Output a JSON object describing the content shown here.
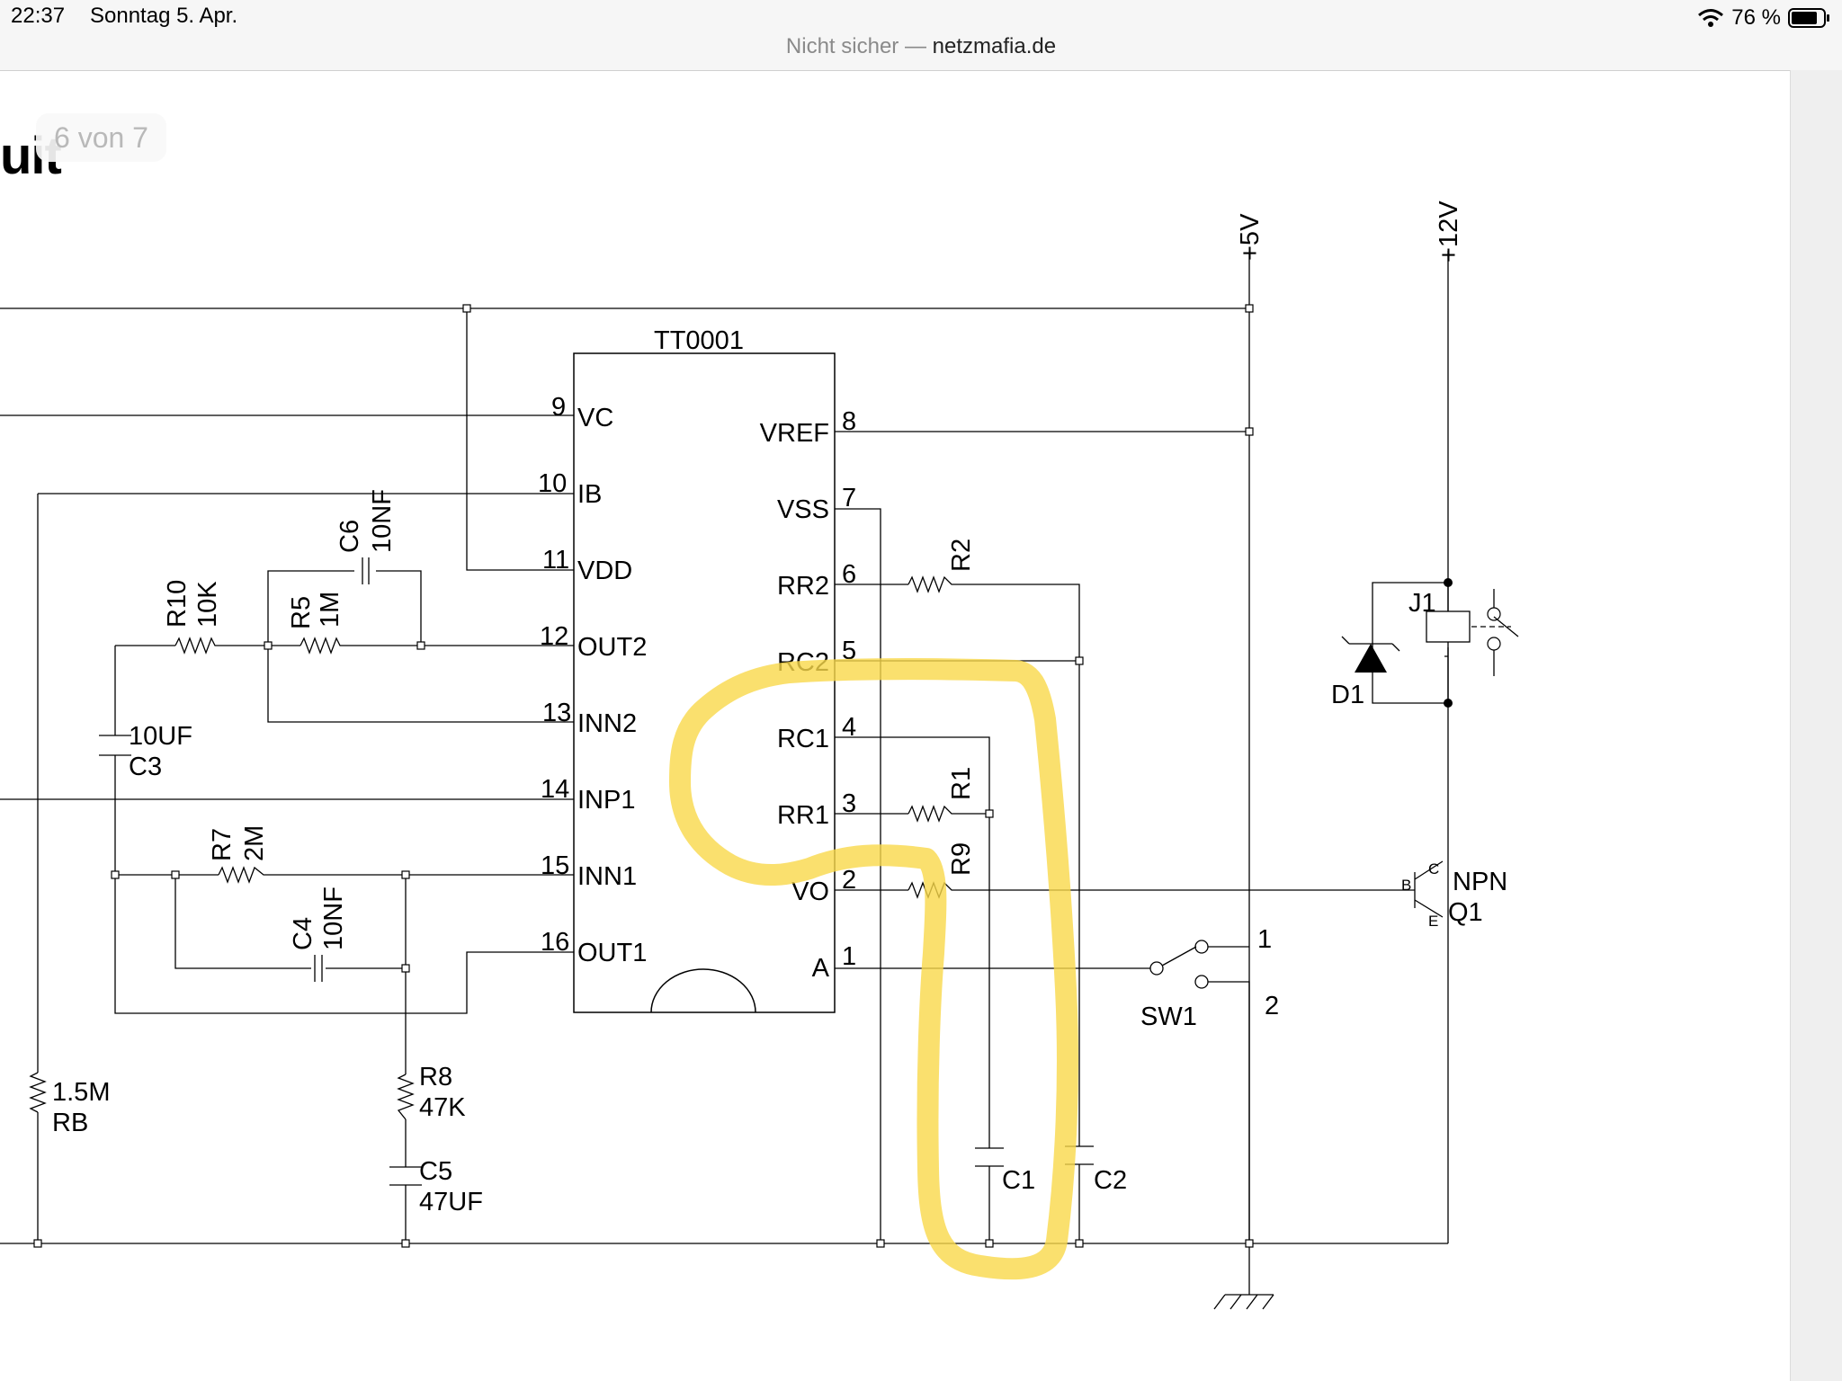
{
  "status_bar": {
    "time": "22:37",
    "date": "Sonntag 5. Apr.",
    "battery": "76 %",
    "icons": [
      "wifi-icon",
      "battery-icon"
    ]
  },
  "url_bar": {
    "security": "Nicht sicher",
    "separator": " — ",
    "domain": "netzmafia.de"
  },
  "page": {
    "partial_title": "uit",
    "page_counter": "6 von 7"
  },
  "schematic": {
    "ic_name": "TT0001",
    "left_pins": [
      {
        "num": "9",
        "name": "VC"
      },
      {
        "num": "10",
        "name": "IB"
      },
      {
        "num": "11",
        "name": "VDD"
      },
      {
        "num": "12",
        "name": "OUT2"
      },
      {
        "num": "13",
        "name": "INN2"
      },
      {
        "num": "14",
        "name": "INP1"
      },
      {
        "num": "15",
        "name": "INN1"
      },
      {
        "num": "16",
        "name": "OUT1"
      }
    ],
    "right_pins": [
      {
        "num": "8",
        "name": "VREF"
      },
      {
        "num": "7",
        "name": "VSS"
      },
      {
        "num": "6",
        "name": "RR2"
      },
      {
        "num": "5",
        "name": "RC2"
      },
      {
        "num": "4",
        "name": "RC1"
      },
      {
        "num": "3",
        "name": "RR1"
      },
      {
        "num": "2",
        "name": "VO"
      },
      {
        "num": "1",
        "name": "A"
      }
    ],
    "supplies": {
      "v5": "+5V",
      "v12": "+12V"
    },
    "components": {
      "r10_name": "R10",
      "r10_value": "10K",
      "r5_name": "R5",
      "r5_value": "1M",
      "c6_name": "C6",
      "c6_value": "10NF",
      "c3_value": "10UF",
      "c3_name": "C3",
      "r7_name": "R7",
      "r7_value": "2M",
      "c4_name": "C4",
      "c4_value": "10NF",
      "rb_value": "1.5M",
      "rb_name": "RB",
      "r8_name": "R8",
      "r8_value": "47K",
      "c5_name": "C5",
      "c5_value": "47UF",
      "r2_name": "R2",
      "r1_name": "R1",
      "r9_name": "R9",
      "c1_name": "C1",
      "c2_name": "C2",
      "sw1_name": "SW1",
      "sw_pos1": "1",
      "sw_pos2": "2",
      "j1_name": "J1",
      "d1_name": "D1",
      "q1_type": "NPN",
      "q1_name": "Q1",
      "q1_b": "B",
      "q1_c": "C",
      "q1_e": "E"
    },
    "annotation": {
      "color": "#f9d84a",
      "note": "yellow freehand highlight around RC2 / VO traces"
    }
  }
}
